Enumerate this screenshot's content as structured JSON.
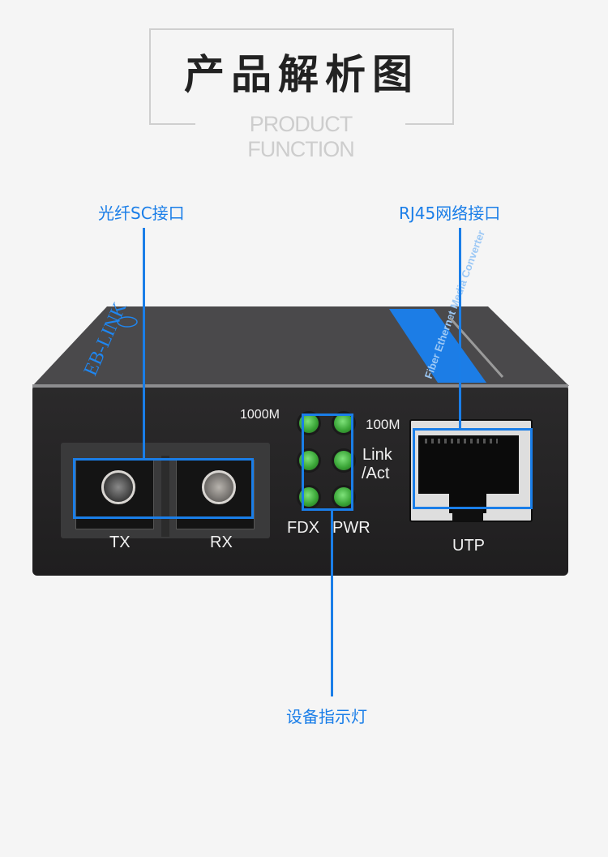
{
  "header": {
    "title": "产品解析图",
    "subtitle": "PRODUCT FUNCTION"
  },
  "callouts": {
    "fiber_port": "光纤SC接口",
    "rj45_port": "RJ45网络接口",
    "indicators": "设备指示灯"
  },
  "device": {
    "brand": "EB-LINK",
    "strip_text": "Fiber Ethernet Media Converter",
    "fiber_labels": {
      "tx": "TX",
      "rx": "RX"
    },
    "led_labels": {
      "speed_1000": "1000M",
      "speed_100": "100M",
      "link": "Link",
      "act": "/Act",
      "fdx": "FDX",
      "pwr": "PWR"
    },
    "utp_label": "UTP"
  },
  "colors": {
    "accent": "#1a7ee8",
    "led_green": "#3ba638",
    "body": "#2b2a2b"
  }
}
